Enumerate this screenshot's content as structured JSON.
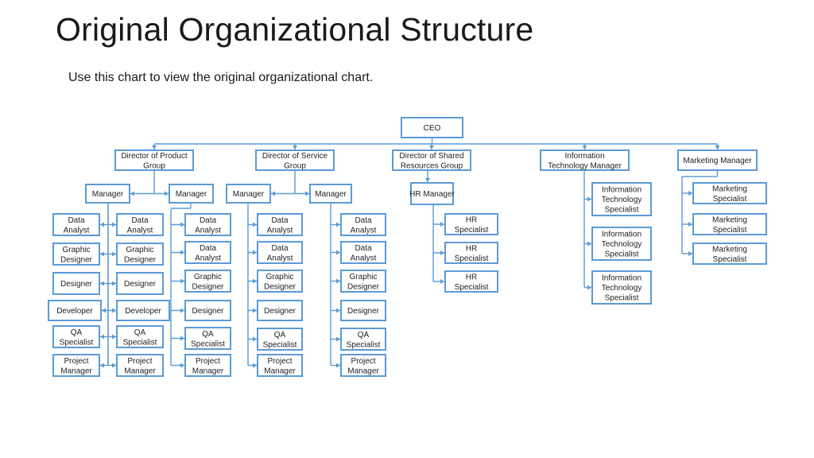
{
  "slide": {
    "title": "Original Organizational Structure",
    "subtitle": "Use this chart to view the original organizational chart."
  },
  "colors": {
    "box_border": "#5b9bd5",
    "connector": "#5b9bd5",
    "text": "#1f1f1f"
  },
  "org": {
    "ceo": "CEO",
    "directors": [
      {
        "title": "Director of Product Group",
        "managers": [
          {
            "title": "Manager",
            "reports": [
              "Data Analyst",
              "Graphic Designer",
              "Designer",
              "Developer",
              "QA Specialist",
              "Project Manager"
            ]
          },
          {
            "title": "Manager",
            "reports": [
              "Data Analyst",
              "Graphic Designer",
              "Designer",
              "Developer",
              "QA Specialist",
              "Project Manager"
            ]
          },
          {
            "title": "",
            "reports": [
              "Data Analyst",
              "Data Analyst",
              "Graphic Designer",
              "Designer",
              "QA Specialist",
              "Project Manager"
            ]
          }
        ]
      },
      {
        "title": "Director of Service Group",
        "managers": [
          {
            "title": "Manager",
            "reports": [
              "Data Analyst",
              "Data Analyst",
              "Graphic Designer",
              "Designer",
              "QA Specialist",
              "Project Manager"
            ]
          },
          {
            "title": "Manager",
            "reports": [
              "Data Analyst",
              "Data Analyst",
              "Graphic Designer",
              "Designer",
              "QA Specialist",
              "Project Manager"
            ]
          }
        ]
      },
      {
        "title": "Director of Shared Resources Group",
        "managers": [
          {
            "title": "HR Manager",
            "reports": [
              "HR Specialist",
              "HR Specialist",
              "HR Specialist"
            ]
          }
        ]
      },
      {
        "title": "Information Technology Manager",
        "reports": [
          "Information Technology Specialist",
          "Information Technology Specialist",
          "Information Technology Specialist"
        ]
      },
      {
        "title": "Marketing Manager",
        "reports": [
          "Marketing Specialist",
          "Marketing Specialist",
          "Marketing Specialist"
        ]
      }
    ]
  }
}
